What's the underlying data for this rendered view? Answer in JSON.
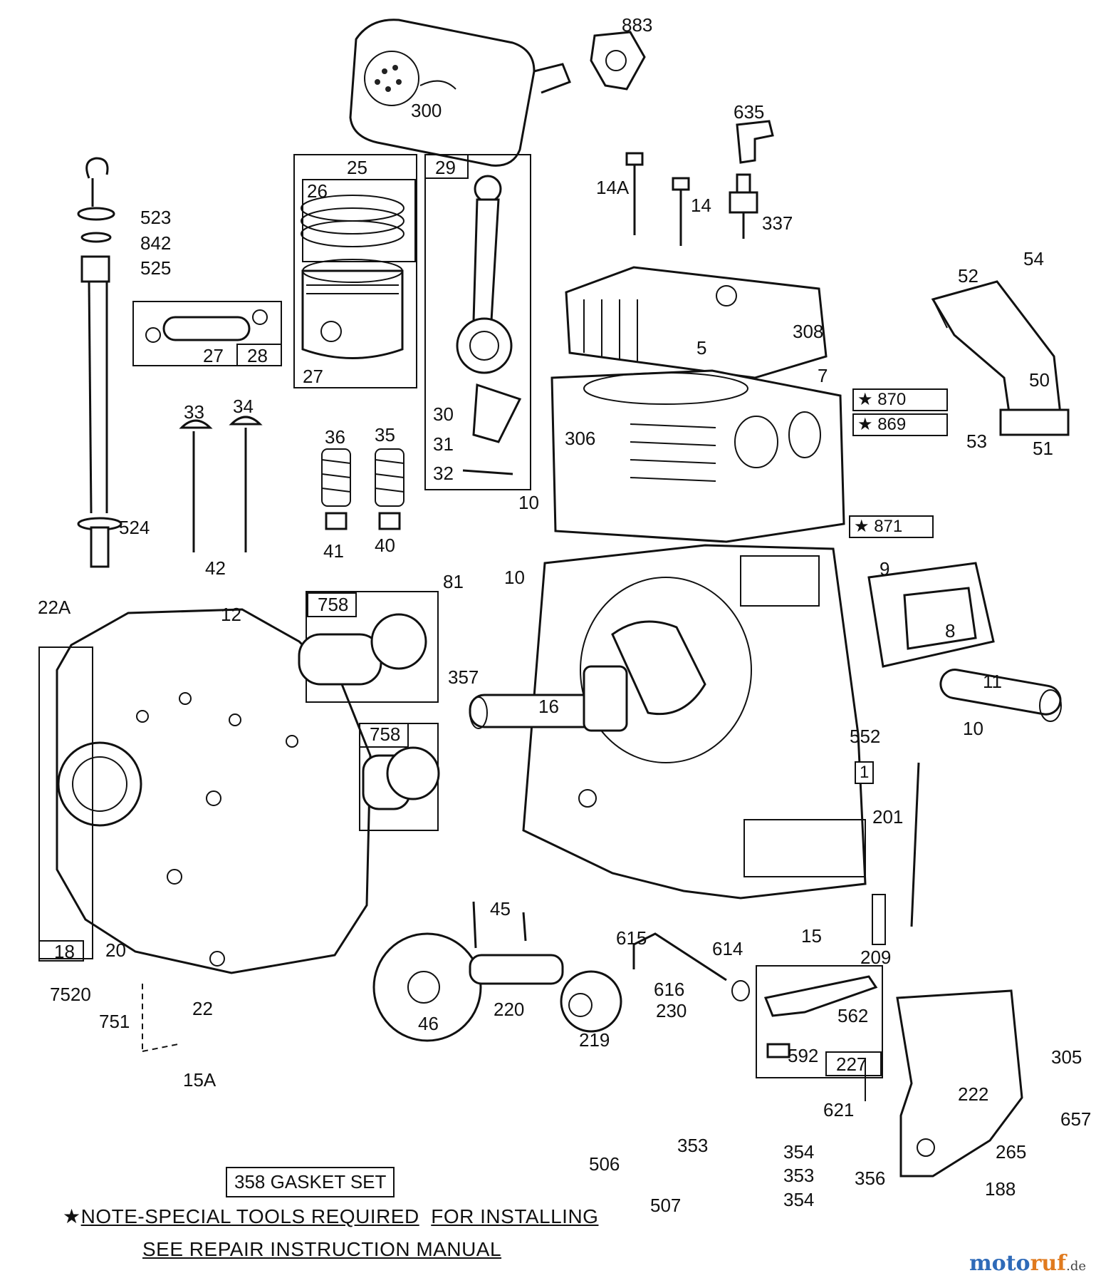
{
  "parts": {
    "p300": "300",
    "p883": "883",
    "p635": "635",
    "p14A": "14A",
    "p14": "14",
    "p337": "337",
    "p25": "25",
    "p26": "26",
    "p29": "29",
    "p523": "523",
    "p842": "842",
    "p525": "525",
    "p27a": "27",
    "p28": "28",
    "p27b": "27",
    "p30": "30",
    "p31": "31",
    "p32": "32",
    "p33": "33",
    "p34": "34",
    "p36": "36",
    "p35": "35",
    "p41": "41",
    "p40": "40",
    "p42": "42",
    "p524": "524",
    "p52": "52",
    "p54": "54",
    "p5": "5",
    "p308": "308",
    "p7": "7",
    "p50": "50",
    "p53": "53",
    "p51": "51",
    "p306": "306",
    "p10a": "10",
    "p22A": "22A",
    "p12": "12",
    "p758a": "758",
    "p81": "81",
    "p10b": "10",
    "p9": "9",
    "p8": "8",
    "p357": "357",
    "p16": "16",
    "p11": "11",
    "p10c": "10",
    "p758b": "758",
    "p552": "552",
    "p1": "1",
    "p201": "201",
    "p18": "18",
    "p20": "20",
    "p45": "45",
    "p15": "15",
    "p209": "209",
    "p615": "615",
    "p614": "614",
    "p616": "616",
    "p230": "230",
    "p7520": "7520",
    "p751": "751",
    "p22": "22",
    "p15A": "15A",
    "p46": "46",
    "p220": "220",
    "p219": "219",
    "p562": "562",
    "p592": "592",
    "p227": "227",
    "p305": "305",
    "p222": "222",
    "p621": "621",
    "p657": "657",
    "p265": "265",
    "p353a": "353",
    "p354a": "354",
    "p506": "506",
    "p353b": "353",
    "p507": "507",
    "p354b": "354",
    "p356": "356",
    "p188": "188"
  },
  "starred": {
    "s870": "870",
    "s869": "869",
    "s871": "871",
    "star": "★"
  },
  "notes": {
    "gasket_set": "358 GASKET SET",
    "line1_prefix": "★",
    "line1_a": "NOTE-SPECIAL TOOLS REQUIRED",
    "line1_b": "FOR INSTALLING",
    "line2": "SEE REPAIR INSTRUCTION MANUAL"
  },
  "watermark": {
    "a": "moto",
    "b": "ruf",
    "c": ".de"
  }
}
